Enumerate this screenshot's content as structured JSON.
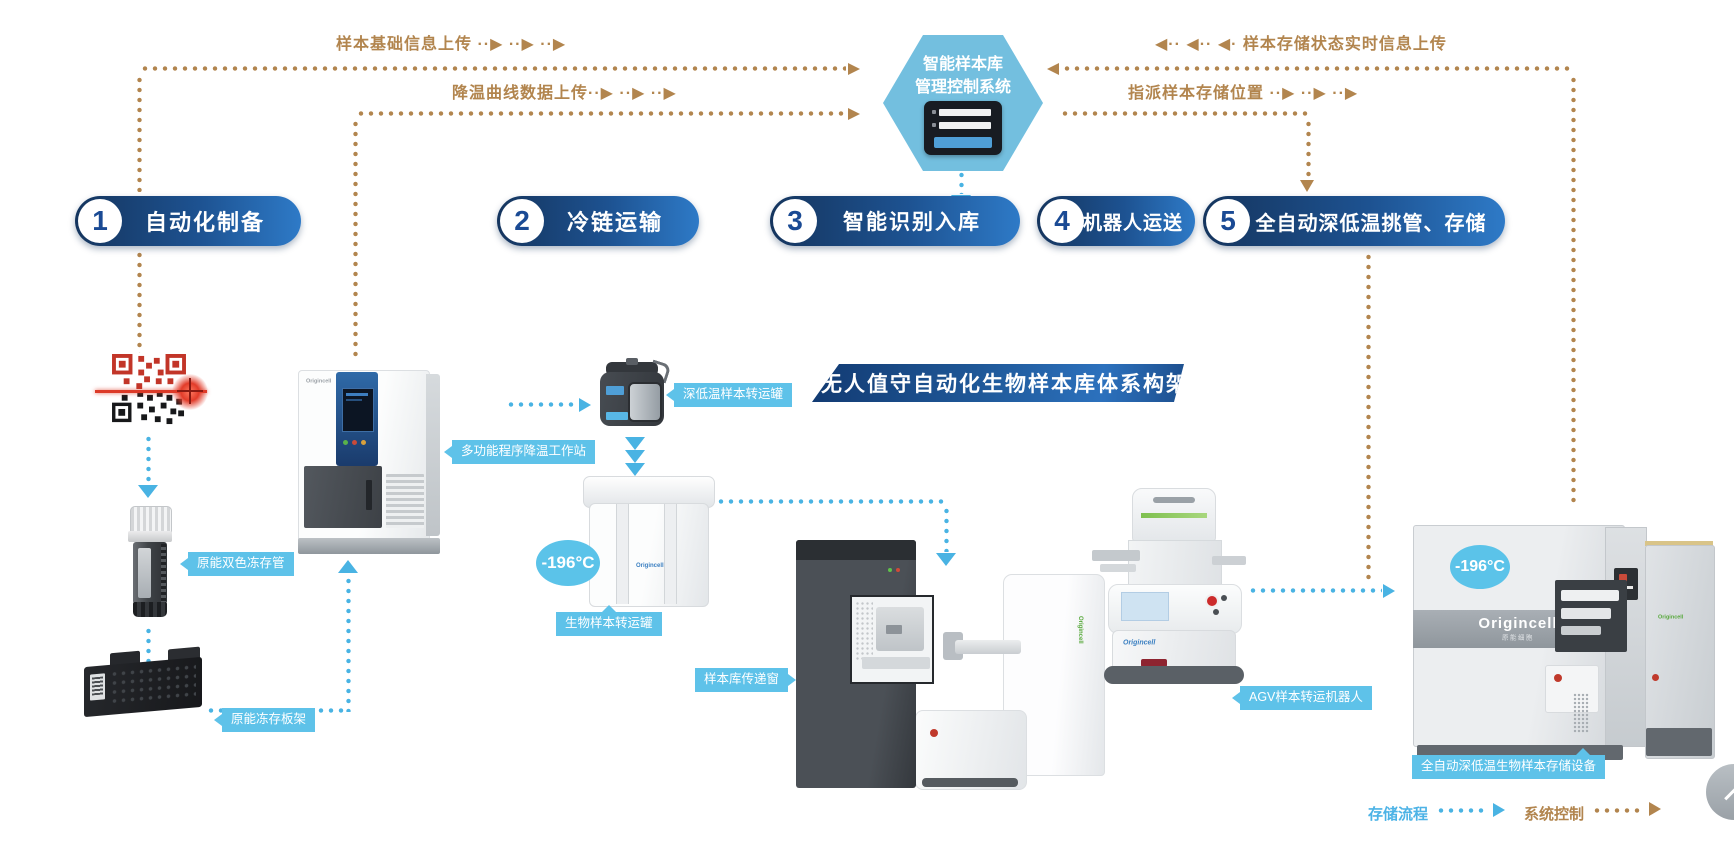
{
  "flows": {
    "sample_info_upload": "样本基础信息上传 ··▶ ··▶ ··▶",
    "cooling_curve_upload": "降温曲线数据上传··▶ ··▶ ··▶",
    "storage_status_upload": "◀·· ◀·· ◀· 样本存储状态实时信息上传",
    "assign_storage_location": "指派样本存储位置 ··▶ ··▶ ··▶"
  },
  "control_system": {
    "name_line1": "智能样本库",
    "name_line2": "管理控制系统"
  },
  "steps": [
    {
      "num": "1",
      "label": "自动化制备"
    },
    {
      "num": "2",
      "label": "冷链运输"
    },
    {
      "num": "3",
      "label": "智能识别入库"
    },
    {
      "num": "4",
      "label": "机器人运送"
    },
    {
      "num": "5",
      "label": "全自动深低温挑管、存储"
    }
  ],
  "banner": "无人值守自动化生物样本库体系构架",
  "equipment": {
    "cryo_tube": "原能双色冻存管",
    "freezer_rack": "原能冻存板架",
    "cooling_workstation": "多功能程序降温工作站",
    "cryo_transfer_tank": "深低温样本转运罐",
    "bio_transfer_tank": "生物样本转运罐",
    "pass_window": "样本库传递窗",
    "agv_robot": "AGV样本转运机器人",
    "storage_device": "全自动深低温生物样本存储设备"
  },
  "badges": {
    "transfer_temp": "-196°C",
    "storage_temp": "-196°C"
  },
  "brand": {
    "en": "Origincell",
    "cn": "原能细胞"
  },
  "legend": {
    "storage_flow": "存储流程",
    "system_control": "系统控制"
  },
  "colors": {
    "gold": "#b2854e",
    "blue": "#49b3e3",
    "tag_bg": "#5ec2e9",
    "pill_dark": "#15355e",
    "pill_light": "#2e7ac7",
    "banner_blue": "#1f5898",
    "hexagon_blue": "#73bfdf"
  }
}
